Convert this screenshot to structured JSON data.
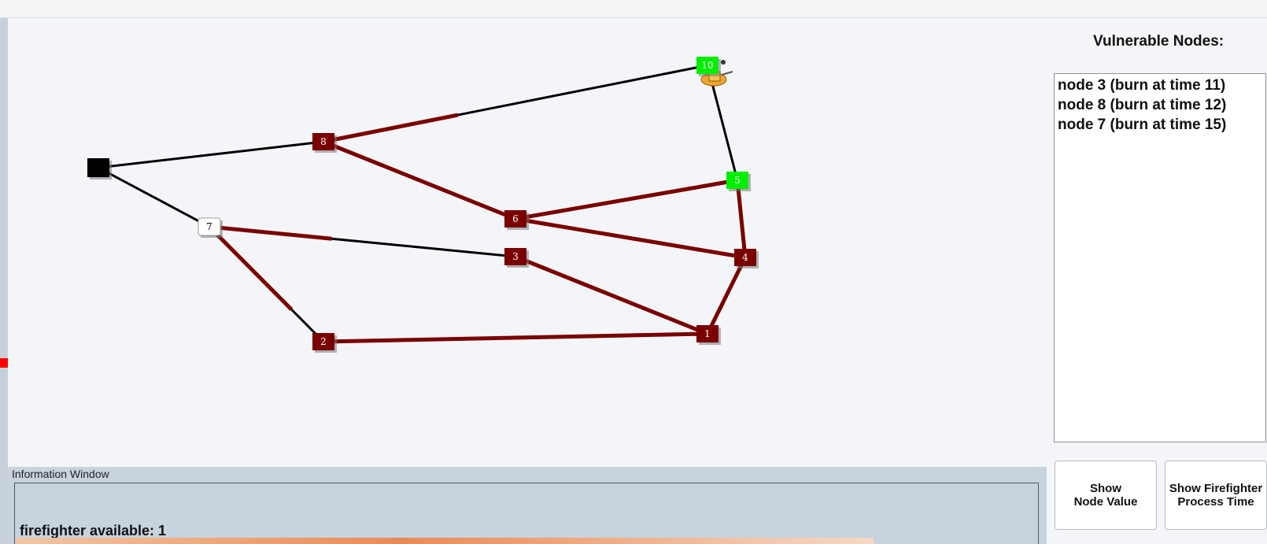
{
  "graph": {
    "nodes": [
      {
        "id": "src",
        "label": "",
        "state": "source"
      },
      {
        "id": "1",
        "label": "1",
        "state": "burned"
      },
      {
        "id": "2",
        "label": "2",
        "state": "burned"
      },
      {
        "id": "3",
        "label": "3",
        "state": "burned"
      },
      {
        "id": "4",
        "label": "4",
        "state": "burned"
      },
      {
        "id": "5",
        "label": "5",
        "state": "protected"
      },
      {
        "id": "6",
        "label": "6",
        "state": "burned"
      },
      {
        "id": "7",
        "label": "7",
        "state": "safe"
      },
      {
        "id": "8",
        "label": "8",
        "state": "burned"
      },
      {
        "id": "10",
        "label": "10",
        "state": "protected"
      }
    ],
    "edges": [
      {
        "from": "src",
        "to": "8",
        "burn_fraction": 0
      },
      {
        "from": "src",
        "to": "7",
        "burn_fraction": 0
      },
      {
        "from": "8",
        "to": "10",
        "burn_fraction": 0.35
      },
      {
        "from": "8",
        "to": "6",
        "burn_fraction": 1
      },
      {
        "from": "7",
        "to": "3",
        "burn_fraction": 0.4
      },
      {
        "from": "7",
        "to": "2",
        "burn_fraction": 0.72
      },
      {
        "from": "10",
        "to": "5",
        "burn_fraction": 0
      },
      {
        "from": "6",
        "to": "5",
        "burn_fraction": 1
      },
      {
        "from": "6",
        "to": "4",
        "burn_fraction": 1
      },
      {
        "from": "3",
        "to": "1",
        "burn_fraction": 1
      },
      {
        "from": "5",
        "to": "4",
        "burn_fraction": 1
      },
      {
        "from": "4",
        "to": "1",
        "burn_fraction": 1
      },
      {
        "from": "2",
        "to": "1",
        "burn_fraction": 1
      }
    ],
    "colors": {
      "burned": "#7a0000",
      "protected": "#00ee00",
      "safe": "#ffffff",
      "source": "#000000",
      "edge_unburned": "#000000",
      "edge_burned": "#7a0000"
    },
    "firefighter_icon": "firefighter-icon"
  },
  "vulnerable": {
    "title": "Vulnerable Nodes:",
    "items": [
      "node 3 (burn at time 11)",
      "node 8 (burn at time 12)",
      "node 7 (burn at time 15)"
    ]
  },
  "buttons": {
    "show_node_value": "Show\nNode Value",
    "show_firefighter_time": "Show Firefighter\nProcess Time"
  },
  "info": {
    "title": "Information Window",
    "message": "firefighter available: 1"
  }
}
